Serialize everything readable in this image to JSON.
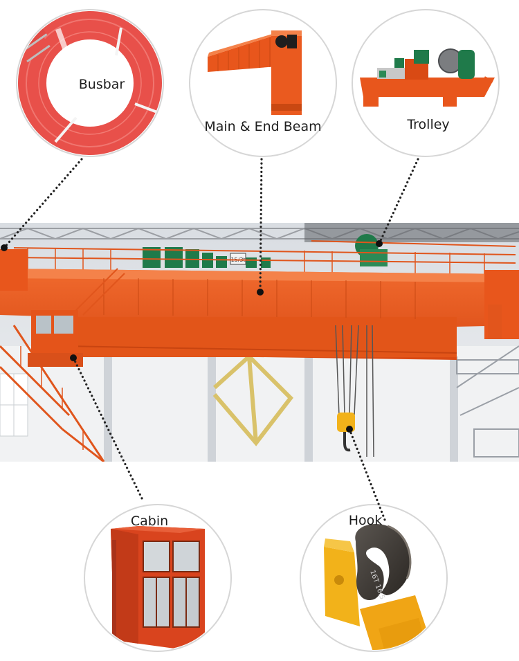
{
  "parts": {
    "busbar": "Busbar",
    "beam": "Main & End Beam",
    "trolley": "Trolley",
    "cabin": "Cabin",
    "hook": "Hook"
  },
  "cabin_plate": "15/3t",
  "hook_marking": "16T 16:5",
  "colors": {
    "crane_orange": "#ee5a1e",
    "busbar_red": "#e8504a",
    "trolley_green": "#1f7a4a",
    "hook_yellow": "#f2b21a",
    "leader_dots": "#222222"
  }
}
